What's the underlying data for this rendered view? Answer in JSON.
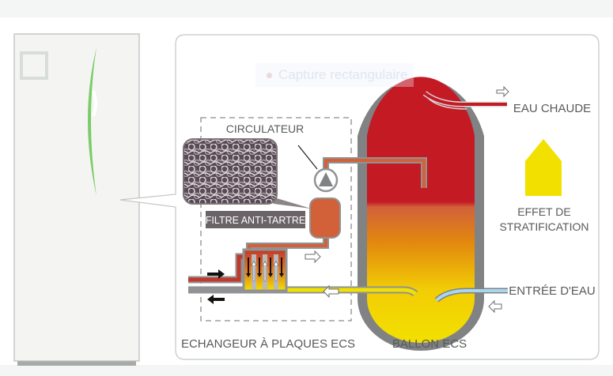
{
  "diagram": {
    "title": "Production d'eau chaude sanitaire",
    "labels": {
      "circulator": "CIRCULATEUR",
      "filter": "FILTRE ANTI-TARTRE",
      "hot_water": "EAU CHAUDE",
      "stratification_line1": "EFFET DE",
      "stratification_line2": "STRATIFICATION",
      "water_inlet": "ENTRÉE D'EAU",
      "exchanger": "ECHANGEUR À PLAQUES ECS",
      "tank": "BALLON ECS"
    },
    "overlay": {
      "text": "Capture rectangulaire"
    },
    "colors": {
      "hot_red": "#c41a24",
      "orange": "#e0791f",
      "yellow": "#f2e000",
      "pipe_red": "#c0392b",
      "pipe_orange": "#d2613a",
      "pipe_yellow": "#f0e020",
      "cold_blue": "#a9d6ef",
      "tank_wall": "#808284",
      "filter_label_bg": "#6a6367",
      "unit_green": "#7ccb6a"
    }
  }
}
